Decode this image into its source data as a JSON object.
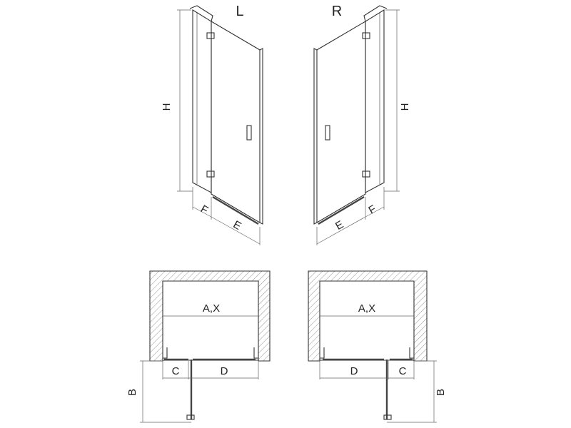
{
  "elevation_left": {
    "title": "L",
    "height_label": "H",
    "fixed_width_label": "F",
    "door_width_label": "E"
  },
  "elevation_right": {
    "title": "R",
    "height_label": "H",
    "fixed_width_label": "F",
    "door_width_label": "E"
  },
  "plan_left": {
    "opening_label": "A,X",
    "fixed_label": "C",
    "door_label": "D",
    "swing_label": "B"
  },
  "plan_right": {
    "opening_label": "A,X",
    "fixed_label": "C",
    "door_label": "D",
    "swing_label": "B"
  }
}
